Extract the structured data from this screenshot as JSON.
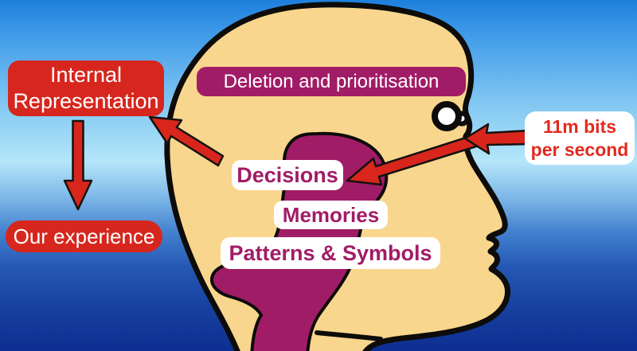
{
  "title": "Information filtering head diagram",
  "background": {
    "top": "#1e80dd",
    "light_band": "#b4e6f9",
    "bottom": "#0d2e92"
  },
  "colors": {
    "red_box": "#d6261e",
    "magenta": "#a11c66",
    "head_fill": "#f8d68d",
    "outline": "#0d0c0a",
    "arrow_red": "#d8261c",
    "bits_text_red": "#e32a1e",
    "white": "#ffffff"
  },
  "boxes": {
    "internal_representation": {
      "line1": "Internal",
      "line2": "Representation",
      "bg": "#d6261e",
      "text_color": "#ffffff"
    },
    "our_experience": {
      "text": "Our experience",
      "bg": "#d6261e",
      "text_color": "#ffffff"
    },
    "deletion": {
      "text": "Deletion and prioritisation",
      "bg": "#a11c66",
      "text_color": "#ffffff"
    },
    "decisions": {
      "text": "Decisions",
      "bg": "#ffffff",
      "text_color": "#a11c66"
    },
    "memories": {
      "text": "Memories",
      "bg": "#ffffff",
      "text_color": "#a11c66"
    },
    "patterns_symbols": {
      "text": "Patterns & Symbols",
      "bg": "#ffffff",
      "text_color": "#a11c66"
    },
    "bits_per_second": {
      "line1": "11m bits",
      "line2": "per second",
      "bg": "#ffffff",
      "text_color": "#e32a1e"
    }
  },
  "figure": {
    "head": {
      "description": "side profile of a human head facing right",
      "fill": "#f8d68d",
      "outline": "#0d0c0a"
    },
    "brain_stem": {
      "description": "brain and spinal stem shape inside the head",
      "fill": "#a11c66"
    },
    "eye": {
      "description": "white eye on the profile",
      "fill": "#ffffff"
    },
    "arrows": [
      {
        "name": "input-to-eye",
        "from": "11m bits per second",
        "to": "eye",
        "color": "#d8261c"
      },
      {
        "name": "eye-to-decisions",
        "from": "eye",
        "to": "Decisions",
        "color": "#d8261c"
      },
      {
        "name": "head-to-internal-representation",
        "from": "head",
        "to": "Internal Representation",
        "color": "#d8261c"
      },
      {
        "name": "internal-representation-to-our-experience",
        "from": "Internal Representation",
        "to": "Our experience",
        "color": "#d8261c"
      }
    ]
  }
}
